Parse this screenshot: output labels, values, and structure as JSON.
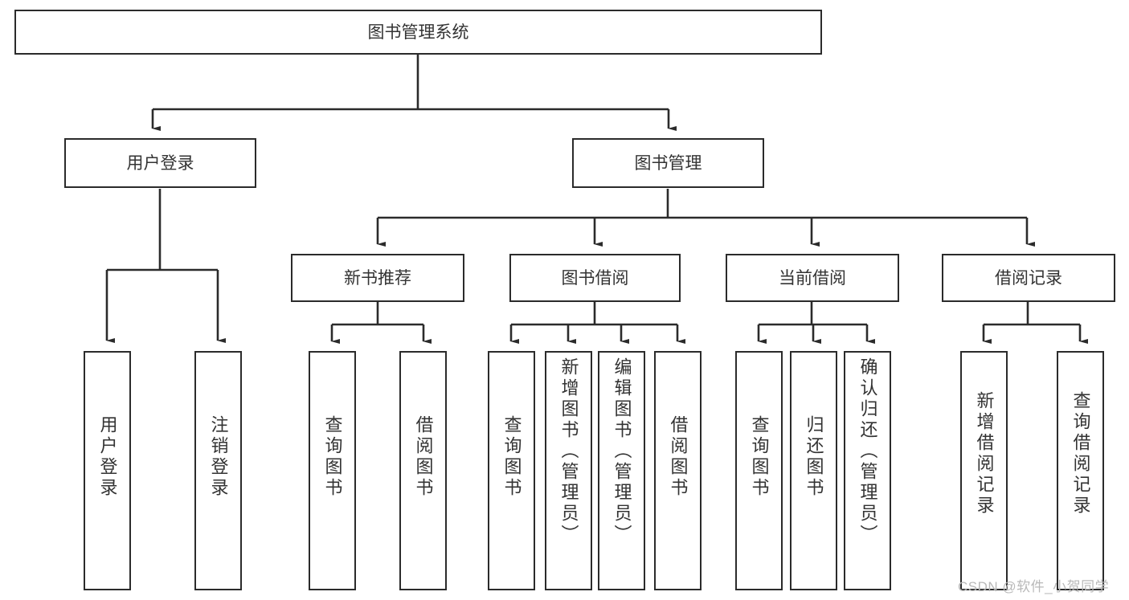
{
  "diagram": {
    "title": "图书管理系统",
    "type": "tree-hierarchy",
    "root": {
      "label": "图书管理系统"
    },
    "level1": [
      {
        "label": "用户登录"
      },
      {
        "label": "图书管理"
      }
    ],
    "level2": [
      {
        "label": "新书推荐"
      },
      {
        "label": "图书借阅"
      },
      {
        "label": "当前借阅"
      },
      {
        "label": "借阅记录"
      }
    ],
    "leaves": {
      "user_login": [
        {
          "label": "用户登录"
        },
        {
          "label": "注销登录"
        }
      ],
      "new_book_recommend": [
        {
          "label": "查询图书"
        },
        {
          "label": "借阅图书"
        }
      ],
      "book_borrow": [
        {
          "label": "查询图书"
        },
        {
          "label": "新增图书（管理员）"
        },
        {
          "label": "编辑图书（管理员）"
        },
        {
          "label": "借阅图书"
        }
      ],
      "current_borrow": [
        {
          "label": "查询图书"
        },
        {
          "label": "归还图书"
        },
        {
          "label": "确认归还（管理员）"
        }
      ],
      "borrow_record": [
        {
          "label": "新增借阅记录"
        },
        {
          "label": "查询借阅记录"
        }
      ]
    }
  },
  "watermark": {
    "text": "CSDN @软件_小贺同学"
  },
  "colors": {
    "border": "#2b2b2b",
    "text": "#333333",
    "background": "#ffffff",
    "watermark": "#b9b9b9"
  }
}
